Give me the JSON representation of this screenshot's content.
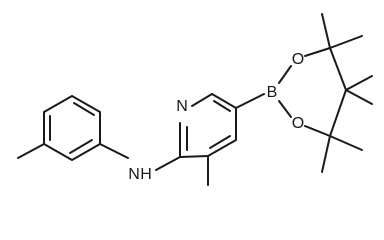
{
  "molecule": {
    "atom_labels": {
      "ring_nitrogen": "N",
      "amine_nitrogen": "N",
      "amine_hydrogen": "H",
      "boron": "B",
      "ester_oxygen_top": "O",
      "ester_oxygen_bottom": "O"
    },
    "bond_color": "#1a1a1a",
    "background": "#ffffff"
  }
}
